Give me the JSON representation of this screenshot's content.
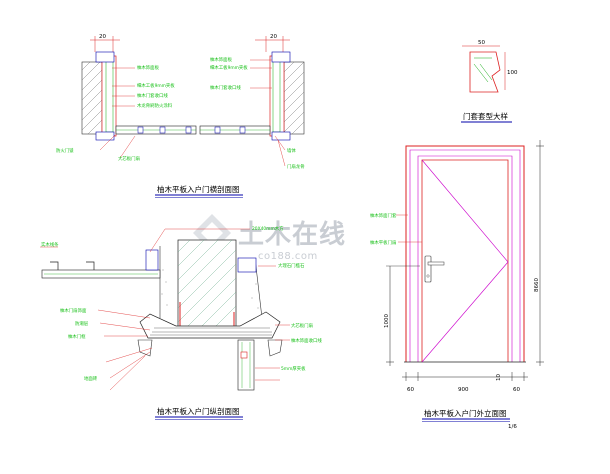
{
  "titles": {
    "plan": "柚木平板入户门横剖面图",
    "section": "柚木平板入户门纵剖面图",
    "elevation": "柚木平板入户门外立面图",
    "trim": "门套套型大样"
  },
  "dimensions": {
    "width_total": "900",
    "side_left": "60",
    "side_right": "60",
    "bottom": "10",
    "height_total": "8660",
    "handle_height": "1000",
    "plan_top_left": "20",
    "plan_top_right": "20",
    "trim_a": "50",
    "trim_b": "100",
    "scale": "1/6"
  },
  "callouts": {
    "plan_left": [
      "柚木饰面板",
      "细木工板9mm夹板",
      "柚木门套收口线",
      "木龙骨刷防火涂料",
      "防火门锁",
      "大芯板门扇"
    ],
    "plan_right": [
      "柚木饰面板",
      "细木工板9mm夹板",
      "柚木门套收口线",
      "墙体",
      "门扇龙骨"
    ],
    "section": [
      "20X40mm木方",
      "实木线条",
      "大理石门槛石",
      "柚木门扇饰面",
      "防潮层",
      "大芯板门扇",
      "柚木门框",
      "柚木饰面收口线",
      "5mm厚夹板",
      "地面砖"
    ],
    "elevation": [
      "柚木饰面门套",
      "柚木平板门扇"
    ]
  },
  "watermark": {
    "main": "土木在线",
    "sub": "co188.com"
  }
}
